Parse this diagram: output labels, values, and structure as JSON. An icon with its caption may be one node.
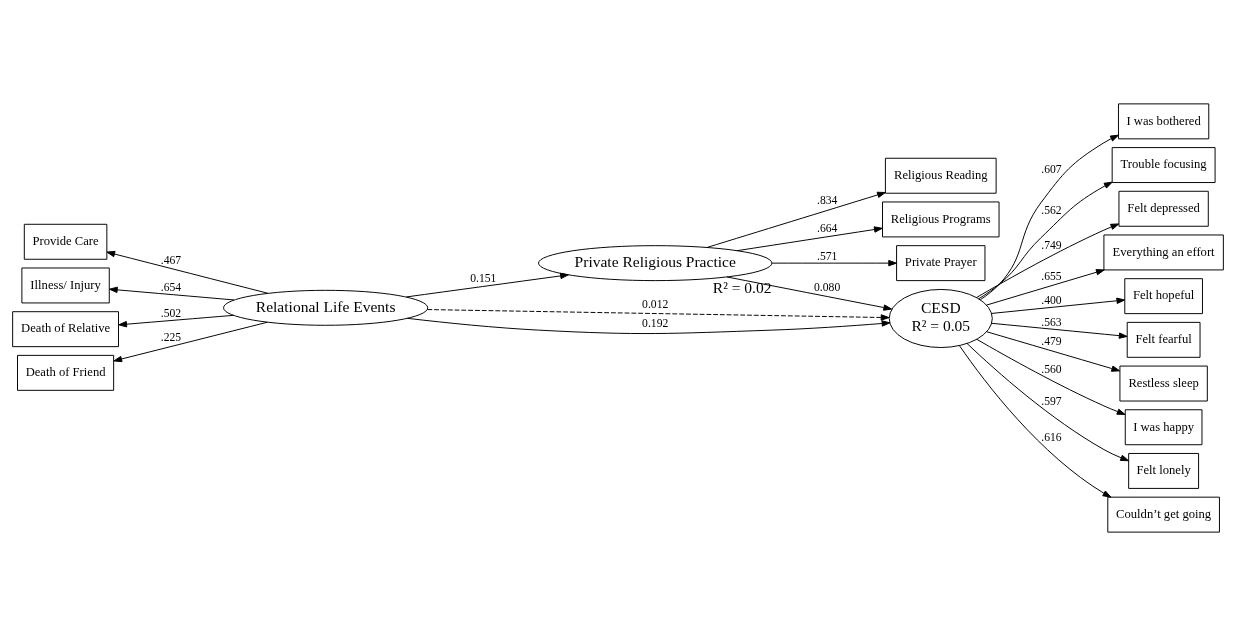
{
  "diagram": {
    "nodes": [
      {
        "text": [
          "Relational Life Events"
        ]
      },
      {
        "text": [
          "Provide Care"
        ]
      },
      {
        "text": [
          "Illness/ Injury"
        ]
      },
      {
        "text": [
          "Death of Relative"
        ]
      },
      {
        "text": [
          "Death of Friend"
        ]
      },
      {
        "text": [
          "Private Religious Practice"
        ],
        "beside": [
          "R² = 0.02"
        ]
      },
      {
        "text": [
          "Religious Reading"
        ]
      },
      {
        "text": [
          "Religious Programs"
        ]
      },
      {
        "text": [
          "Private Prayer"
        ]
      },
      {
        "text": [
          "CESD",
          "R² = 0.05"
        ]
      },
      {
        "text": [
          "I was bothered"
        ]
      },
      {
        "text": [
          "Trouble focusing"
        ]
      },
      {
        "text": [
          "Felt depressed"
        ]
      },
      {
        "text": [
          "Everything an effort"
        ]
      },
      {
        "text": [
          "Felt hopeful"
        ]
      },
      {
        "text": [
          "Felt fearful"
        ]
      },
      {
        "text": [
          "Restless sleep"
        ]
      },
      {
        "text": [
          "I was happy"
        ]
      },
      {
        "text": [
          "Felt lonely"
        ]
      },
      {
        "text": [
          "Couldn’t get going"
        ]
      }
    ],
    "edges": [
      {
        "from": 0,
        "to": 1,
        "arrow": "to",
        "label": ".467"
      },
      {
        "from": 0,
        "to": 2,
        "arrow": "to",
        "label": ".654"
      },
      {
        "from": 0,
        "to": 3,
        "arrow": "to",
        "label": ".502"
      },
      {
        "from": 0,
        "to": 4,
        "arrow": "to",
        "label": ".225"
      },
      {
        "from": 0,
        "to": 9,
        "arrow": "to",
        "label": "0.012",
        "style": "dashed"
      },
      {
        "from": 5,
        "to": 6,
        "arrow": "to",
        "label": ".834"
      },
      {
        "from": 5,
        "to": 7,
        "arrow": "to",
        "label": ".664"
      },
      {
        "from": 5,
        "to": 8,
        "arrow": "to",
        "label": ".571"
      },
      {
        "from": 0,
        "to": 5,
        "arrow": "to",
        "label": "0.151"
      },
      {
        "from": 5,
        "to": 9,
        "arrow": "to",
        "label": "0.080"
      },
      {
        "from": 0,
        "to": 9,
        "arrow": "to",
        "label": "0.192"
      },
      {
        "from": 9,
        "to": 10,
        "arrow": "to",
        "label": ".607"
      },
      {
        "from": 9,
        "to": 11,
        "arrow": "to",
        "label": ".562"
      },
      {
        "from": 9,
        "to": 12,
        "arrow": "to",
        "label": ".749"
      },
      {
        "from": 9,
        "to": 13,
        "arrow": "to",
        "label": ".655"
      },
      {
        "from": 9,
        "to": 14,
        "arrow": "to",
        "label": ".400"
      },
      {
        "from": 9,
        "to": 15,
        "arrow": "to",
        "label": ".563"
      },
      {
        "from": 9,
        "to": 16,
        "arrow": "to",
        "label": ".479"
      },
      {
        "from": 9,
        "to": 17,
        "arrow": "to",
        "label": ".560"
      },
      {
        "from": 9,
        "to": 18,
        "arrow": "to",
        "label": ".597"
      },
      {
        "from": 9,
        "to": 19,
        "arrow": "to",
        "label": ".616"
      }
    ]
  }
}
